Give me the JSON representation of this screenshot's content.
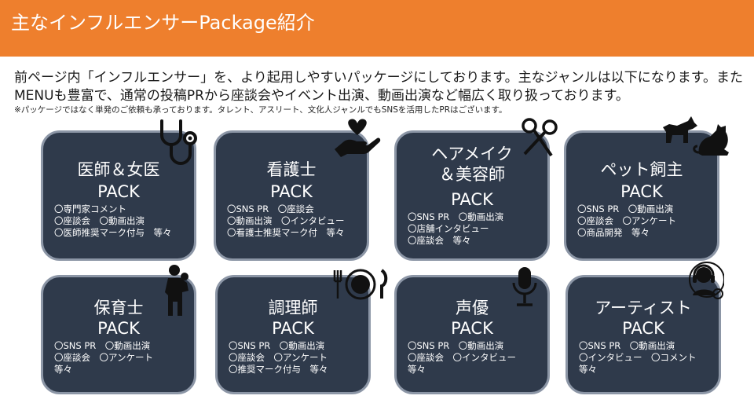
{
  "header": {
    "title": "主なインフルエンサーPackage紹介"
  },
  "intro": {
    "text": "前ページ内「インフルエンサー」を、より起用しやすいパッケージにしております。主なジャンルは以下になります。またMENUも豊富で、通常の投稿PRから座談会やイベント出演、動画出演など幅広く取り扱っております。",
    "note": "※パッケージではなく単発のご依頼も承っております。タレント、アスリート、文化人ジャンルでもSNSを活用したPRはございます。"
  },
  "colors": {
    "banner": "#ee7f2d",
    "card": "#2f3a4b",
    "card_border": "#8c96a6"
  },
  "packs": [
    {
      "name": "医師＆女医",
      "pack": "PACK",
      "details": "〇専門家コメント\n〇座談会　〇動画出演\n〇医師推奨マーク付与　等々",
      "icon": "stethoscope-icon"
    },
    {
      "name": "看護士",
      "pack": "PACK",
      "details": "〇SNS PR　〇座談会\n〇動画出演　〇インタビュー\n〇看護士推奨マーク付　等々",
      "icon": "heart-hand-icon"
    },
    {
      "name": "ヘアメイク\n＆美容師",
      "pack": "PACK",
      "details": "〇SNS PR　〇動画出演\n〇店舗インタビュー\n〇座談会　等々",
      "icon": "scissors-icon"
    },
    {
      "name": "ペット飼主",
      "pack": "PACK",
      "details": "〇SNS PR　〇動画出演\n〇座談会　〇アンケート\n〇商品開発　等々",
      "icon": "dog-cat-icon"
    },
    {
      "name": "保育士",
      "pack": "PACK",
      "details": "〇SNS PR　〇動画出演\n〇座談会　〇アンケート\n等々",
      "icon": "mother-child-icon"
    },
    {
      "name": "調理師",
      "pack": "PACK",
      "details": "〇SNS PR　〇動画出演\n〇座談会　〇アンケート\n〇推奨マーク付与　等々",
      "icon": "plate-cutlery-icon"
    },
    {
      "name": "声優",
      "pack": "PACK",
      "details": "〇SNS PR　〇動画出演\n〇座談会　〇インタビュー\n等々",
      "icon": "microphone-icon"
    },
    {
      "name": "アーティスト",
      "pack": "PACK",
      "details": "〇SNS PR　〇動画出演\n〇インタビュー　〇コメント\n等々",
      "icon": "dj-headphones-icon"
    }
  ]
}
